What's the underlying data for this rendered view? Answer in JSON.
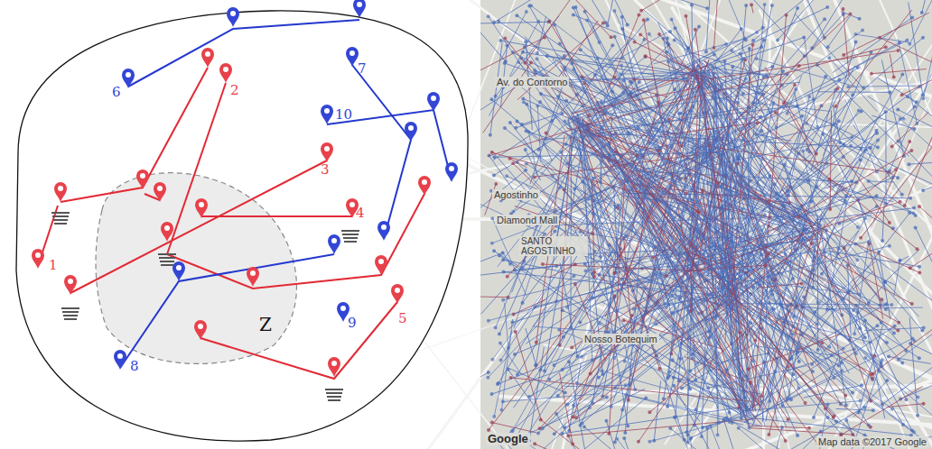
{
  "diagram": {
    "nodes": [
      {
        "text": [
          "Z"
        ]
      }
    ],
    "labels": [
      "1",
      "2",
      "3",
      "4",
      "5",
      "6",
      "7",
      "8",
      "9",
      "10",
      "Av. do Contorno",
      "Agostinho",
      "Diamond Mall",
      "SANTO AGOSTINHO",
      "Nosso Botequim",
      "Google",
      "Map data ©2017 Google"
    ]
  }
}
